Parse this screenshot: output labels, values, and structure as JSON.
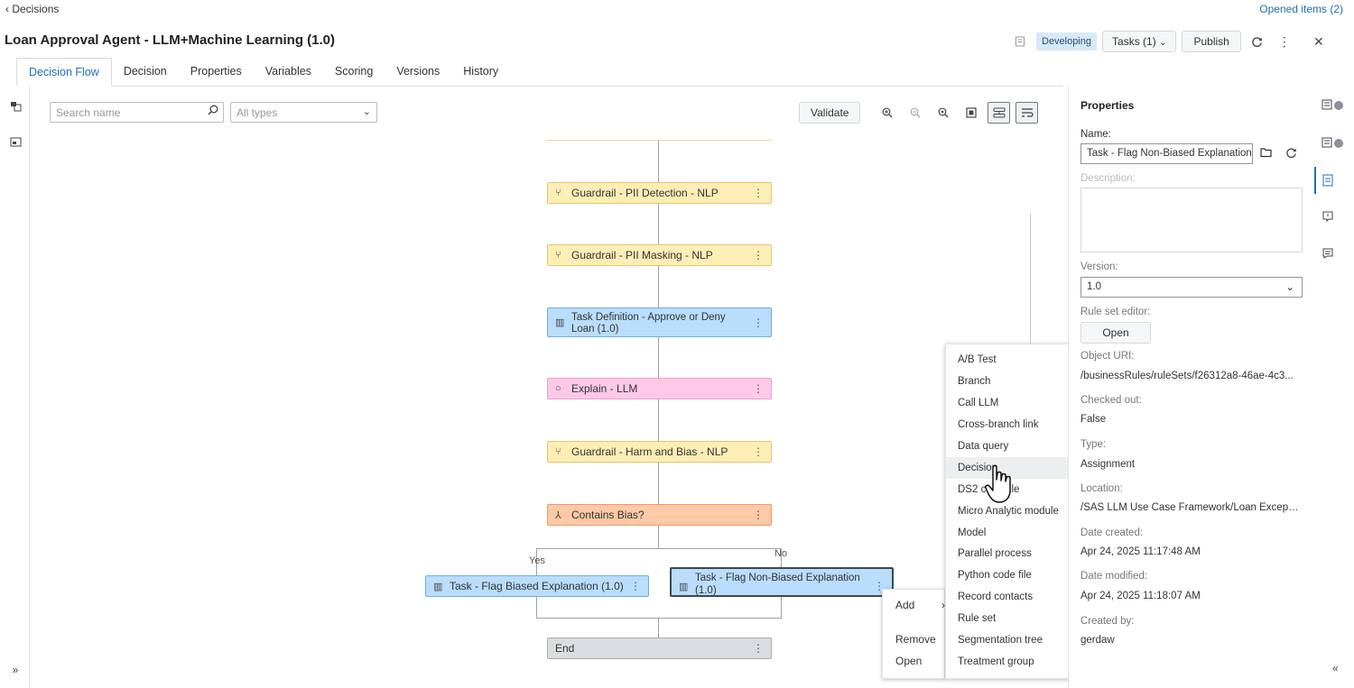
{
  "nav": {
    "back_label": "Decisions",
    "opened_items": "Opened items (2)"
  },
  "header": {
    "title": "Loan Approval Agent - LLM+Machine Learning (1.0)",
    "status_badge": "Developing",
    "tasks_label": "Tasks (1)",
    "publish_label": "Publish"
  },
  "tabs": [
    "Decision Flow",
    "Decision",
    "Properties",
    "Variables",
    "Scoring",
    "Versions",
    "History"
  ],
  "toolbar": {
    "search_placeholder": "Search name",
    "type_filter": "All types",
    "validate_label": "Validate"
  },
  "flow": {
    "nodes": [
      {
        "label": "Guardrail - PII Detection - NLP",
        "kind": "guardrail",
        "color": "#fdeeb6"
      },
      {
        "label": "Guardrail - PII Masking - NLP",
        "kind": "guardrail",
        "color": "#fdeeb6"
      },
      {
        "label": "Task Definition - Approve or Deny Loan (1.0)",
        "kind": "ruleset",
        "color": "#b9ddfb"
      },
      {
        "label": "Explain - LLM",
        "kind": "llm",
        "color": "#fdc9e8"
      },
      {
        "label": "Guardrail - Harm and Bias - NLP",
        "kind": "guardrail",
        "color": "#fdeeb6"
      },
      {
        "label": "Contains Bias?",
        "kind": "branch",
        "color": "#fdc9a6"
      },
      {
        "label": "Task - Flag Biased Explanation (1.0)",
        "kind": "ruleset",
        "color": "#b9ddfb"
      },
      {
        "label": "Task - Flag Non-Biased Explanation (1.0)",
        "kind": "ruleset",
        "color": "#b9ddfb",
        "selected": true
      },
      {
        "label": "End",
        "kind": "end",
        "color": "#dadcdf"
      }
    ],
    "branch_labels": {
      "yes": "Yes",
      "no": "No"
    }
  },
  "context_menu": {
    "add": "Add",
    "remove": "Remove",
    "open": "Open"
  },
  "add_submenu": [
    "A/B Test",
    "Branch",
    "Call LLM",
    "Cross-branch link",
    "Data query",
    "Decision",
    "DS2 code file",
    "Micro Analytic module",
    "Model",
    "Parallel process",
    "Python code file",
    "Record contacts",
    "Rule set",
    "Segmentation tree",
    "Treatment group"
  ],
  "add_submenu_hovered": "Decision",
  "properties": {
    "title": "Properties",
    "name_label": "Name:",
    "name_value": "Task - Flag Non-Biased Explanation",
    "description_label": "Description:",
    "version_label": "Version:",
    "version_value": "1.0",
    "rule_set_editor_label": "Rule set editor:",
    "open_label": "Open",
    "object_uri_label": "Object URI:",
    "object_uri_value": "/businessRules/ruleSets/f26312a8-46ae-4c3...",
    "checked_out_label": "Checked out:",
    "checked_out_value": "False",
    "type_label": "Type:",
    "type_value": "Assignment",
    "location_label": "Location:",
    "location_value": "/SAS LLM Use Case Framework/Loan Except...",
    "date_created_label": "Date created:",
    "date_created_value": "Apr 24, 2025 11:17:48 AM",
    "date_modified_label": "Date modified:",
    "date_modified_value": "Apr 24, 2025 11:18:07 AM",
    "created_by_label": "Created by:",
    "created_by_value": "gerdaw"
  },
  "icons": {
    "back": "chevron-left-icon",
    "notes": "note-icon",
    "refresh": "refresh-icon",
    "more": "more-vertical-icon",
    "close": "close-icon",
    "search": "search-icon",
    "zoom_in": "zoom-in-icon",
    "zoom_out": "zoom-out-icon",
    "fit": "zoom-fit-icon"
  },
  "colors": {
    "accent": "#1f6fb8",
    "guardrail": "#fdeeb6",
    "task": "#b9ddfb",
    "llm": "#fdc9e8",
    "branch": "#fdc9a6",
    "end": "#dadcdf"
  }
}
